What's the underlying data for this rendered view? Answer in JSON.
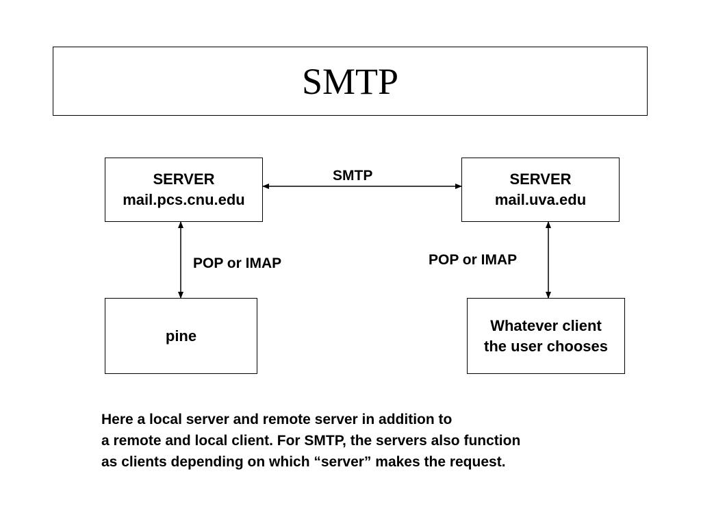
{
  "title": "SMTP",
  "nodes": {
    "local_server": {
      "line1": "SERVER",
      "line2": "mail.pcs.cnu.edu"
    },
    "remote_server": {
      "line1": "SERVER",
      "line2": "mail.uva.edu"
    },
    "local_client": {
      "label": "pine"
    },
    "remote_client": {
      "line1": "Whatever client",
      "line2": "the user chooses"
    }
  },
  "edges": {
    "server_to_server": "SMTP",
    "local_access": "POP or IMAP",
    "remote_access": "POP or IMAP"
  },
  "caption": [
    "Here a local server and remote server in addition to",
    "a remote and local client. For SMTP, the servers also function",
    "as clients depending on which “server” makes the request."
  ]
}
